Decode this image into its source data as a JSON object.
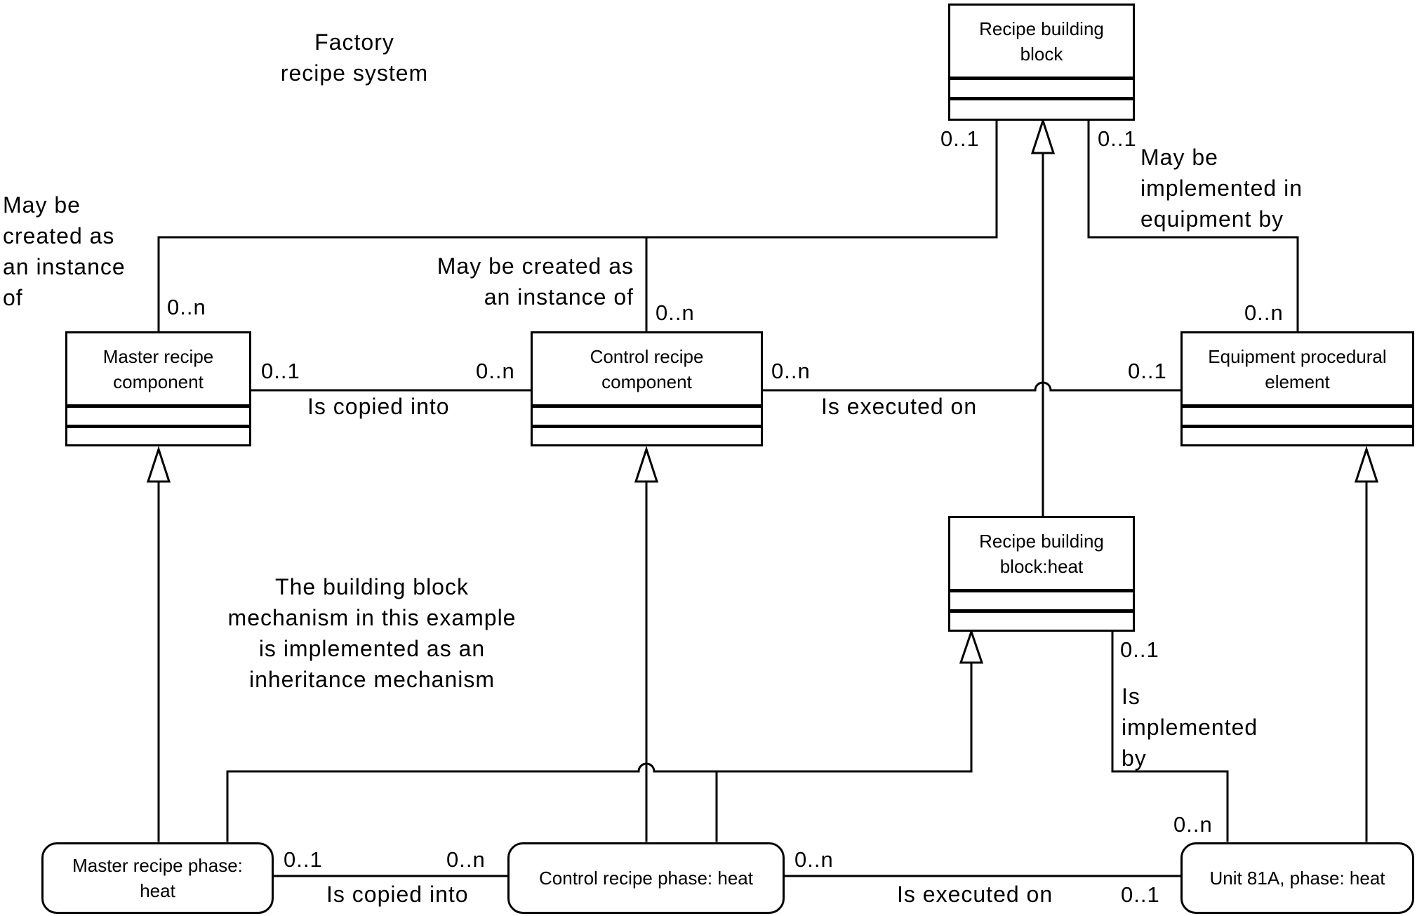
{
  "title": "Factory\nrecipe system",
  "note": "The building block\nmechanism in this example\nis implemented as an\ninheritance mechanism",
  "classes": {
    "recipe_building_block": "Recipe building\nblock",
    "master_recipe_component": "Master recipe\ncomponent",
    "control_recipe_component": "Control recipe\ncomponent",
    "equipment_procedural_element": "Equipment procedural\nelement",
    "recipe_building_block_heat": "Recipe building\nblock:heat",
    "master_recipe_phase_heat": "Master recipe phase:\nheat",
    "control_recipe_phase_heat": "Control recipe phase: heat",
    "unit_81a_phase_heat": "Unit 81A, phase: heat"
  },
  "associations": {
    "may_be_created_left": "May be\ncreated as\nan instance\nof",
    "may_be_created_center": "May be created as\nan instance of",
    "may_be_implemented": "May be\nimplemented in\nequipment by",
    "is_copied_into_top": "Is copied into",
    "is_executed_on_top": "Is executed on",
    "is_implemented_by": "Is\nimplemented\nby",
    "is_copied_into_bottom": "Is copied into",
    "is_executed_on_bottom": "Is executed on"
  },
  "multiplicities": {
    "rbb_left": "0..1",
    "rbb_right": "0..1",
    "mrc_top": "0..n",
    "crc_top": "0..n",
    "epe_top": "0..n",
    "mrc_right": "0..1",
    "crc_left": "0..n",
    "crc_right": "0..n",
    "epe_left": "0..1",
    "rbbh_bottom": "0..1",
    "unit_top": "0..n",
    "mrp_right": "0..1",
    "crp_left": "0..n",
    "crp_right": "0..n",
    "unit_left": "0..1"
  }
}
